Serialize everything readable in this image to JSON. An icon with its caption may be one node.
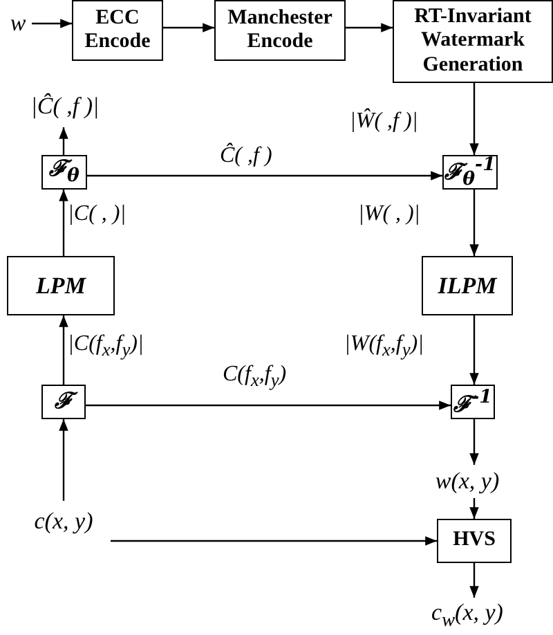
{
  "diagram": {
    "nodes": [
      {
        "text": [
          "w"
        ]
      },
      {
        "text": [
          "ECC Encode"
        ]
      },
      {
        "text": [
          "Manchester Encode"
        ]
      },
      {
        "text": [
          "RT-Invariant Watermark Generation"
        ]
      },
      {
        "text": [
          "|Ĉ( ,f )|"
        ]
      },
      {
        "text": [
          "ℱ$_{θ}$"
        ]
      },
      {
        "text": [
          "ℱ$_{θ}$$^{-1}$"
        ]
      },
      {
        "text": [
          "LPM"
        ]
      },
      {
        "text": [
          "ILPM"
        ]
      },
      {
        "text": [
          "ℱ"
        ]
      },
      {
        "text": [
          "ℱ$^{-1}$"
        ]
      },
      {
        "text": [
          "w(x, y)"
        ]
      },
      {
        "text": [
          "c(x, y)"
        ]
      },
      {
        "text": [
          "HVS"
        ]
      },
      {
        "text": [
          "c$_{w}$(x, y)"
        ]
      }
    ],
    "edges": [
      {
        "from": 0,
        "to": 1,
        "arrow": "to"
      },
      {
        "from": 1,
        "to": 2,
        "arrow": "to"
      },
      {
        "from": 2,
        "to": 3,
        "arrow": "to"
      },
      {
        "from": 3,
        "to": 6,
        "arrow": "to",
        "label": "|Ŵ( ,f )|"
      },
      {
        "from": 5,
        "to": 6,
        "arrow": "to",
        "label": "Ĉ( ,f )"
      },
      {
        "from": 5,
        "to": 4,
        "arrow": "to"
      },
      {
        "from": 7,
        "to": 5,
        "arrow": "to",
        "label": "|C( , )|"
      },
      {
        "from": 9,
        "to": 7,
        "arrow": "to",
        "label": "|C(f$_{x}$,f$_{y}$)|"
      },
      {
        "from": 6,
        "to": 8,
        "arrow": "to",
        "label": "|W( , )|"
      },
      {
        "from": 8,
        "to": 10,
        "arrow": "to",
        "label": "|W(f$_{x}$,f$_{y}$)|"
      },
      {
        "from": 9,
        "to": 10,
        "arrow": "to",
        "label": "C(f$_{x}$,f$_{y}$)"
      },
      {
        "from": 10,
        "to": 11,
        "arrow": "to"
      },
      {
        "from": 11,
        "to": 13,
        "arrow": "to"
      },
      {
        "from": 12,
        "to": 9,
        "arrow": "to"
      },
      {
        "from": 12,
        "to": 13,
        "arrow": "to"
      },
      {
        "from": 13,
        "to": 14,
        "arrow": "to"
      }
    ]
  }
}
